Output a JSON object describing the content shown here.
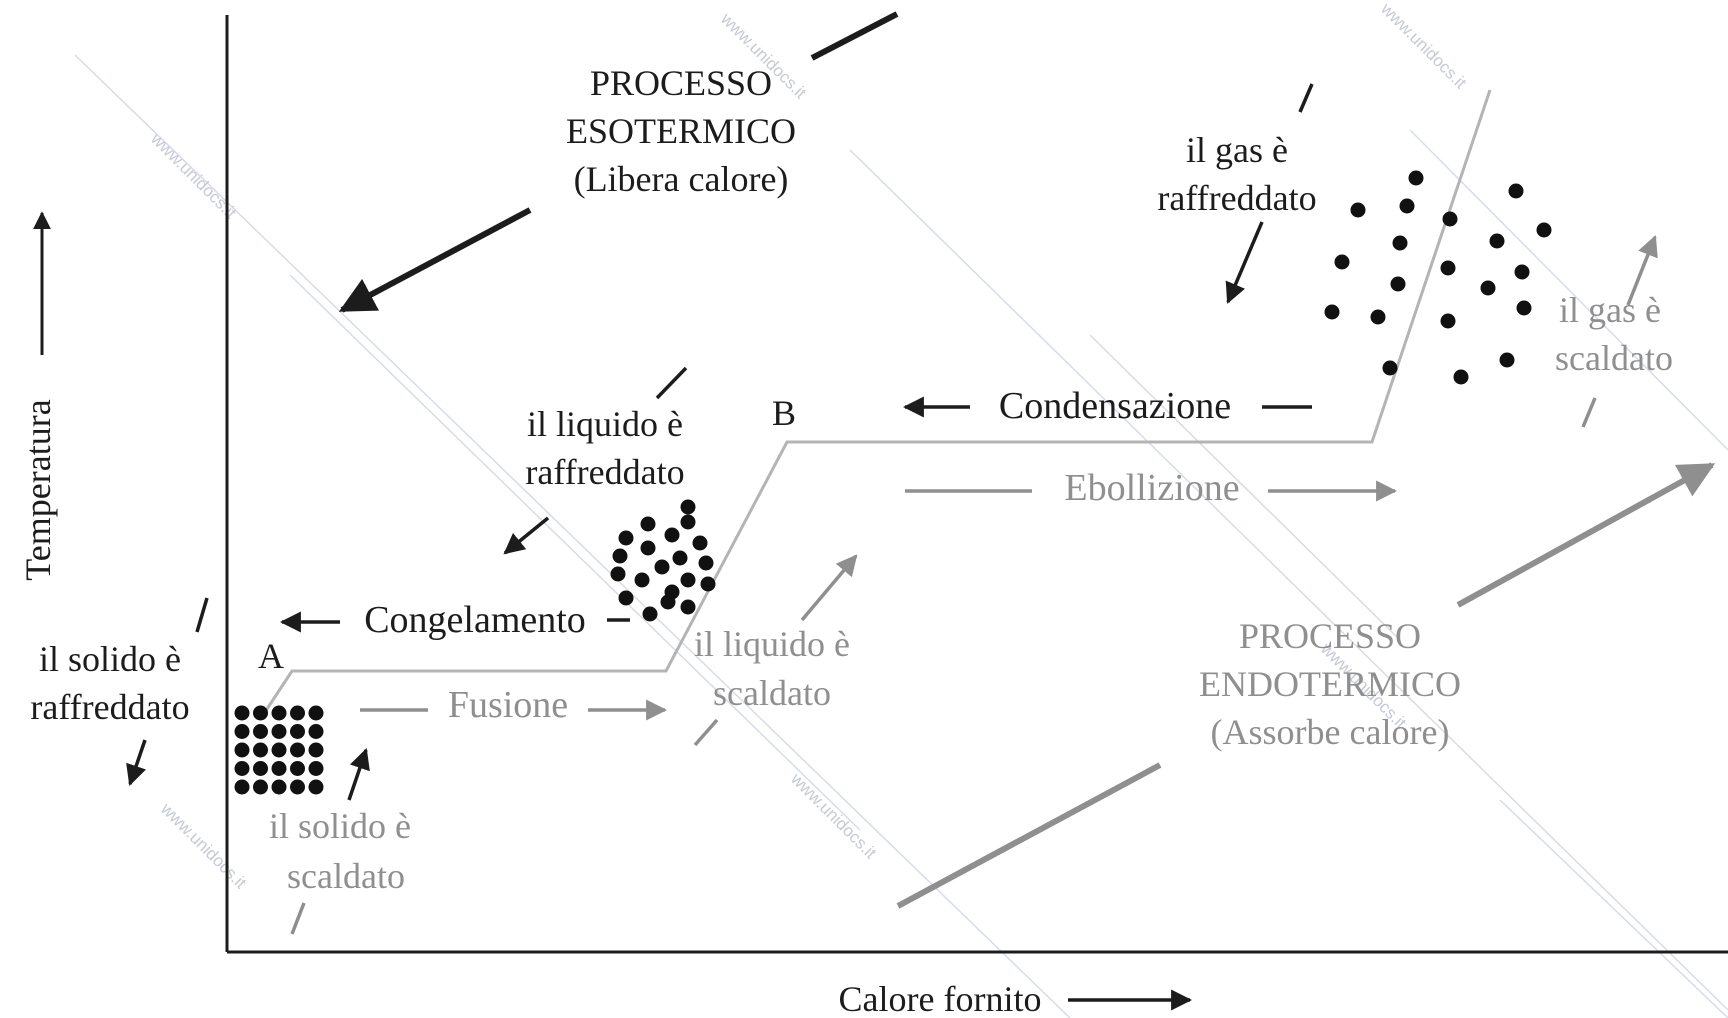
{
  "axes": {
    "y_label": "Temperatura",
    "x_label": "Calore fornito"
  },
  "points": {
    "a": "A",
    "b": "B"
  },
  "exothermic": {
    "line1": "PROCESSO",
    "line2": "ESOTERMICO",
    "line3": "(Libera calore)"
  },
  "endothermic": {
    "line1": "PROCESSO",
    "line2": "ENDOTERMICO",
    "line3": "(Assorbe calore)"
  },
  "transitions": {
    "condensation": "Condensazione",
    "boiling": "Ebollizione",
    "freezing": "Congelamento",
    "melting": "Fusione"
  },
  "annotations": {
    "gas_cooled": [
      "il gas è",
      "raffreddato"
    ],
    "gas_heated": [
      "il gas è",
      "scaldato"
    ],
    "liquid_cooled": [
      "il liquido è",
      "raffreddato"
    ],
    "liquid_heated": [
      "il liquido è",
      "scaldato"
    ],
    "solid_cooled": [
      "il solido è",
      "raffreddato"
    ],
    "solid_heated": [
      "il solido è",
      "scaldato"
    ]
  },
  "watermark": "www.unidocs.it",
  "colors": {
    "dark": "#1c1c1c",
    "grey": "#8f8f8f",
    "curve": "#b4b4b4",
    "watermark": "#c4cad6"
  }
}
